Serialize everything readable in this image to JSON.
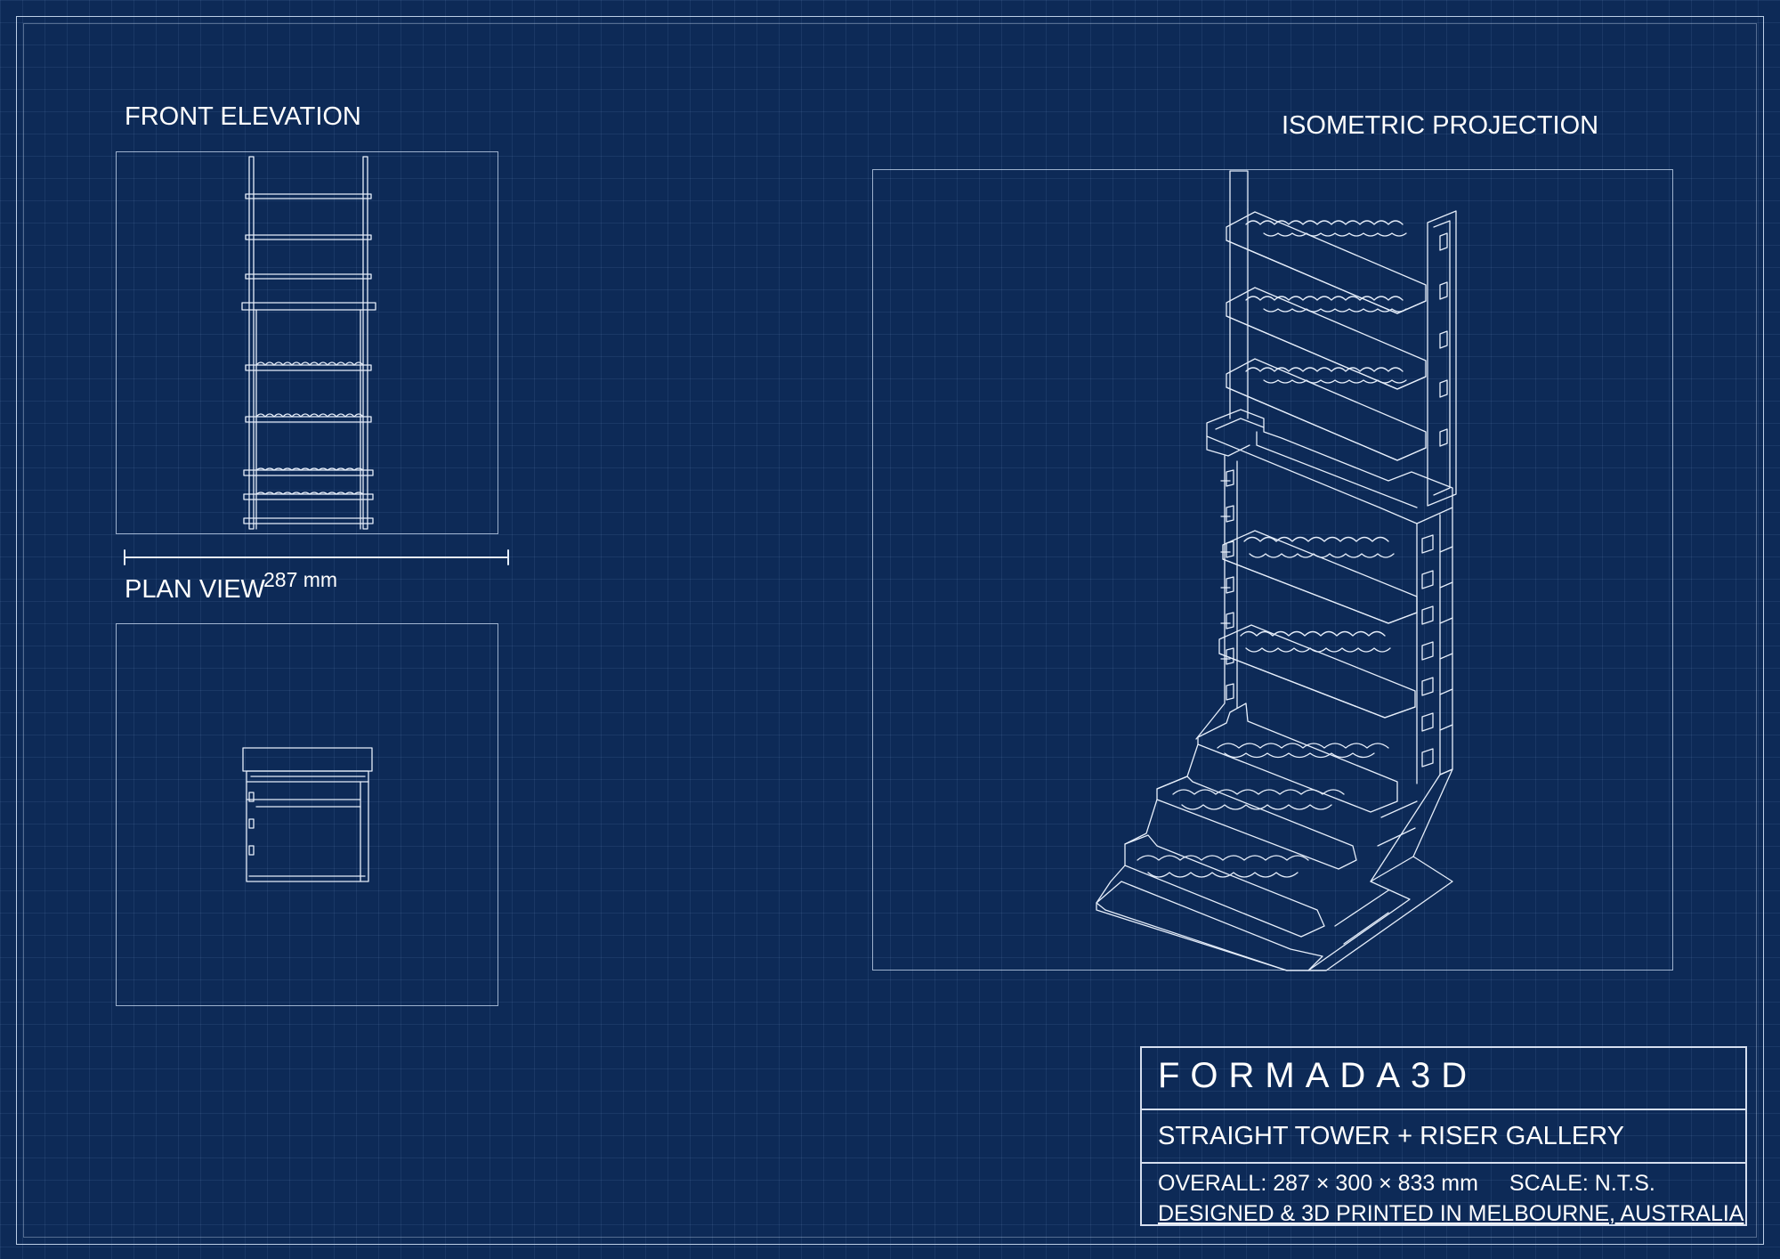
{
  "views": {
    "front_elevation": "FRONT ELEVATION",
    "plan_view": "PLAN VIEW",
    "isometric_projection": "ISOMETRIC PROJECTION"
  },
  "dimension": {
    "width_label": "287 mm"
  },
  "title_block": {
    "brand": "FORMADA3D",
    "project": "STRAIGHT TOWER + RISER GALLERY",
    "overall": "OVERALL: 287 × 300 × 833 mm",
    "scale": "SCALE: N.T.S.",
    "origin": "DESIGNED & 3D PRINTED IN MELBOURNE, AUSTRALIA"
  },
  "colors": {
    "background": "#0d2a57",
    "line": "#e6eefa"
  }
}
